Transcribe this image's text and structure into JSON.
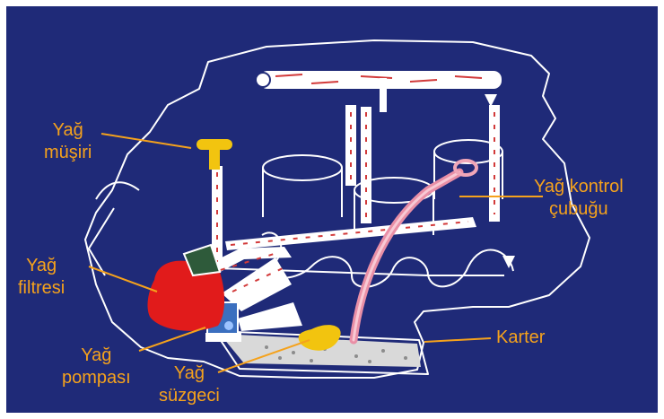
{
  "labels": {
    "oil_cap": [
      "Yağ",
      "müşiri"
    ],
    "dipstick": [
      "Yağ kontrol",
      "çubuğu"
    ],
    "oil_filter": [
      "Yağ",
      "filtresi"
    ],
    "oil_pump": [
      "Yağ",
      "pompası"
    ],
    "oil_strainer": [
      "Yağ",
      "süzgeci"
    ],
    "oil_pan": [
      "Karter"
    ]
  },
  "colors": {
    "background": "#1f2a78",
    "label_text": "#f5a21c",
    "leader_line": "#f5a21c",
    "engine_outline": "#ffffff",
    "oil_filter": "#e11b1b",
    "oil_cap": "#f2c40f",
    "oil_strainer": "#f2c40f",
    "dipstick": "#e98fa6",
    "oil_flow": "#d23a3a"
  }
}
